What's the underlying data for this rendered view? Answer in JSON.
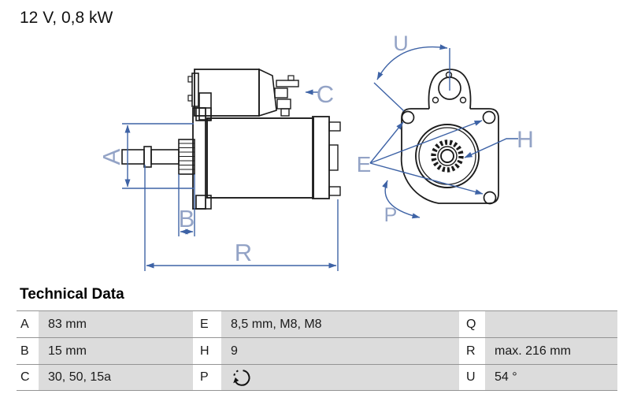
{
  "header": {
    "title": "12 V, 0,8 kW"
  },
  "drawing": {
    "labels": {
      "A": "A",
      "B": "B",
      "C": "C",
      "R": "R",
      "E": "E",
      "H": "H",
      "P": "P",
      "U": "U"
    },
    "colors": {
      "outline": "#1c1c1c",
      "dimension_line": "#3e63a6",
      "dimension_label": "#93a3c6"
    }
  },
  "table": {
    "heading": "Technical Data",
    "cell_background": "#dcdcdc",
    "rows": [
      {
        "c1": {
          "key": "A",
          "value": "83 mm"
        },
        "c2": {
          "key": "E",
          "value": "8,5 mm, M8, M8"
        },
        "c3": {
          "key": "Q",
          "value": ""
        }
      },
      {
        "c1": {
          "key": "B",
          "value": "15 mm"
        },
        "c2": {
          "key": "H",
          "value": "9"
        },
        "c3": {
          "key": "R",
          "value": "max. 216 mm"
        }
      },
      {
        "c1": {
          "key": "C",
          "value": "30, 50, 15a"
        },
        "c2": {
          "key": "P",
          "value": "",
          "icon": "rotation-direction-icon"
        },
        "c3": {
          "key": "U",
          "value": "54 °"
        }
      }
    ]
  }
}
